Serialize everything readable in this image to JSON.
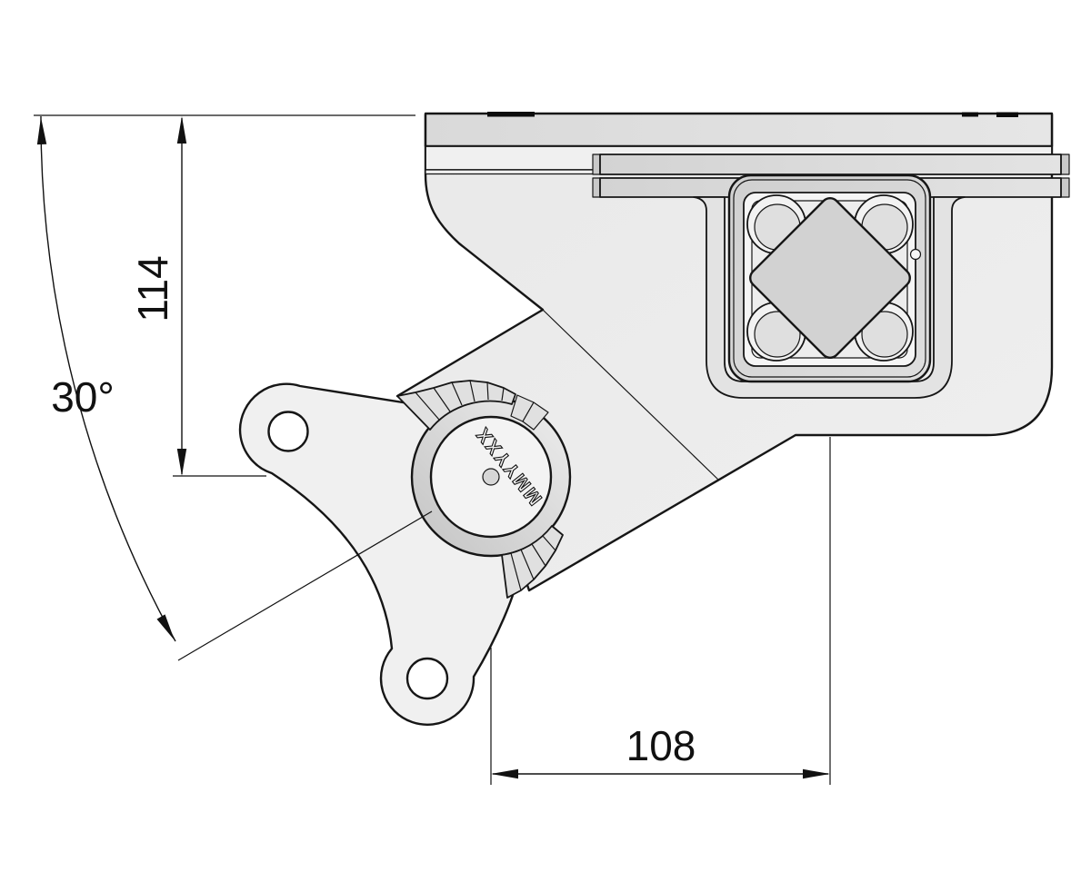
{
  "drawing": {
    "dimensions": {
      "height": {
        "label": "114",
        "value": 114
      },
      "angle": {
        "label": "30°",
        "value": 30,
        "unit": "degrees"
      },
      "width": {
        "label": "108",
        "value": 108
      }
    },
    "marking": {
      "text": "MMYYXX"
    },
    "colors": {
      "line": "#161616",
      "dimension": "#111111",
      "body_fill": "#ececec",
      "plate_fill": "#dedede",
      "cassette_fill": "#d8d8d8",
      "cavity_fill": "#f5f5f5",
      "diamond_fill": "#d2d2d2",
      "hub_ring_fill": "#cccccc",
      "background": "#ffffff"
    }
  }
}
